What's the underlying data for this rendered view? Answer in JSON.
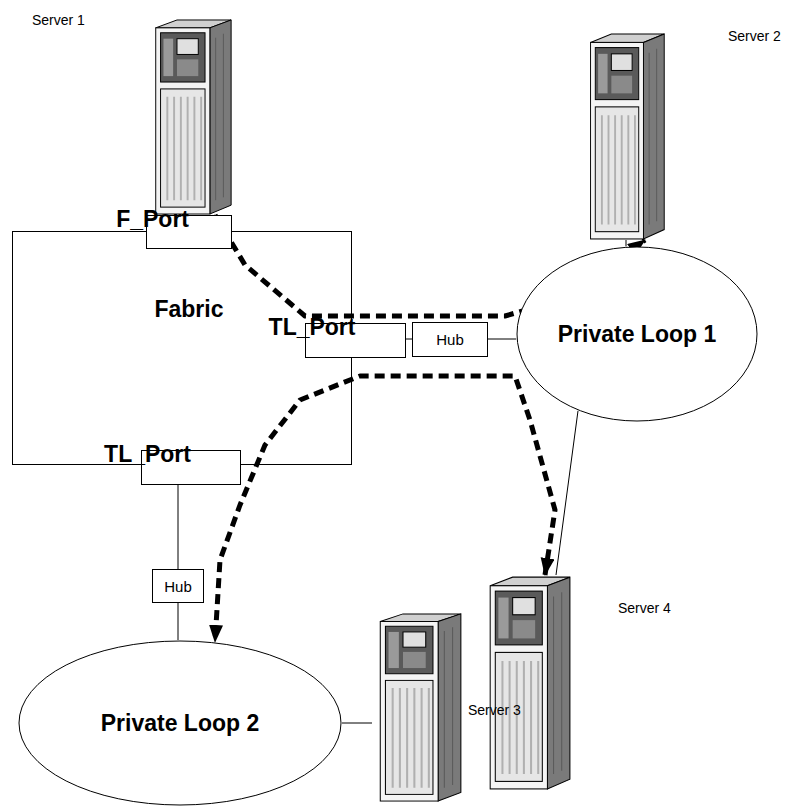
{
  "diagram": {
    "nodes": [
      {
        "text": [
          "Server 1"
        ]
      },
      {
        "text": [
          "Fabric"
        ]
      },
      {
        "text": [
          "F_Port"
        ],
        "in": 1
      },
      {
        "text": [
          "TL_Port"
        ],
        "in": 1
      },
      {
        "text": [
          "TL_Port"
        ],
        "in": 1
      },
      {
        "text": [
          "Hub"
        ]
      },
      {
        "text": [
          "Private Loop 1"
        ]
      },
      {
        "text": [
          "Server 2"
        ]
      },
      {
        "text": [
          "Server 4"
        ]
      },
      {
        "text": [
          "Hub"
        ]
      },
      {
        "text": [
          "Private Loop 2"
        ]
      },
      {
        "text": [
          "Server 3"
        ]
      }
    ],
    "edges": [
      {
        "from": 0,
        "to": 2,
        "arrow": "none"
      },
      {
        "from": 3,
        "to": 5,
        "arrow": "none"
      },
      {
        "from": 5,
        "to": 6,
        "arrow": "none"
      },
      {
        "from": 6,
        "to": 7,
        "arrow": "none"
      },
      {
        "from": 6,
        "to": 8,
        "arrow": "none"
      },
      {
        "from": 4,
        "to": 9,
        "arrow": "none"
      },
      {
        "from": 9,
        "to": 10,
        "arrow": "none"
      },
      {
        "from": 10,
        "to": 11,
        "arrow": "none"
      },
      {
        "from": 0,
        "to": 7,
        "arrow": "both"
      },
      {
        "from": 8,
        "to": 10,
        "arrow": "both"
      }
    ]
  }
}
